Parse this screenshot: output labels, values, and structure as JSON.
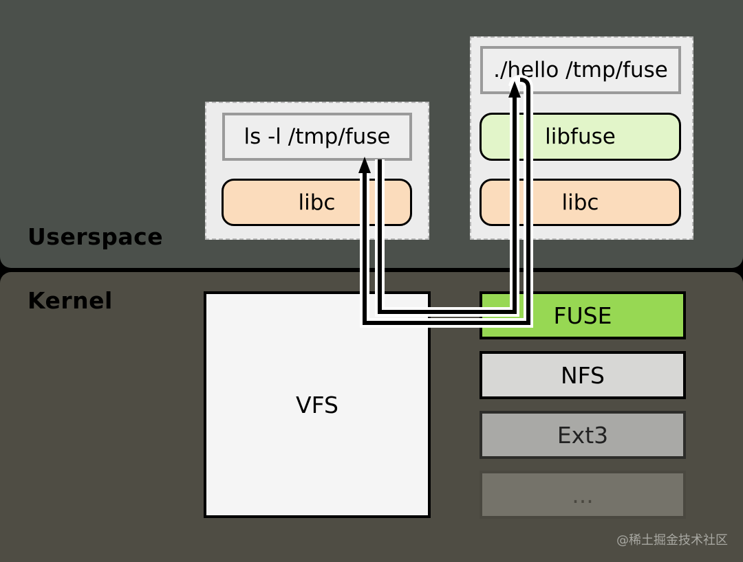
{
  "layers": {
    "userspace_label": "Userspace",
    "kernel_label": "Kernel"
  },
  "processes": {
    "ls": {
      "command": "ls -l /tmp/fuse",
      "libc": "libc"
    },
    "hello": {
      "command": "./hello /tmp/fuse",
      "libfuse": "libfuse",
      "libc": "libc"
    }
  },
  "kernel": {
    "vfs": "VFS",
    "filesystems": [
      "FUSE",
      "NFS",
      "Ext3",
      "..."
    ]
  },
  "watermark": "@稀土掘金技术社区",
  "colors": {
    "userspace_bg": "#4b504b",
    "kernel_bg": "#4f4d44",
    "libc": "#fbdcbc",
    "libfuse": "#e2f5c9",
    "fuse": "#97d853",
    "nfs": "#d7d7d5",
    "ext3": "#a9a9a6",
    "more": "#75736a"
  }
}
